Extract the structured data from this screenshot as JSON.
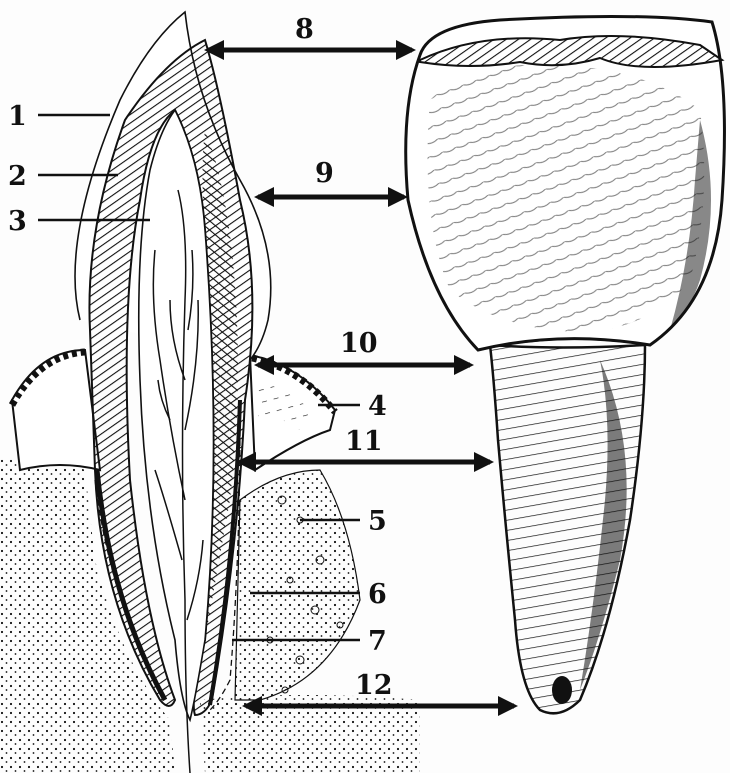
{
  "diagram": {
    "colors": {
      "ink": "#111111",
      "paper": "#fdfdfd",
      "enamel": "#ffffff",
      "pulp": "#ffffff"
    },
    "left_labels": [
      "1",
      "2",
      "3"
    ],
    "right_labels": [
      "4",
      "5",
      "6",
      "7"
    ],
    "arrow_labels": [
      "8",
      "9",
      "10",
      "11",
      "12"
    ]
  }
}
